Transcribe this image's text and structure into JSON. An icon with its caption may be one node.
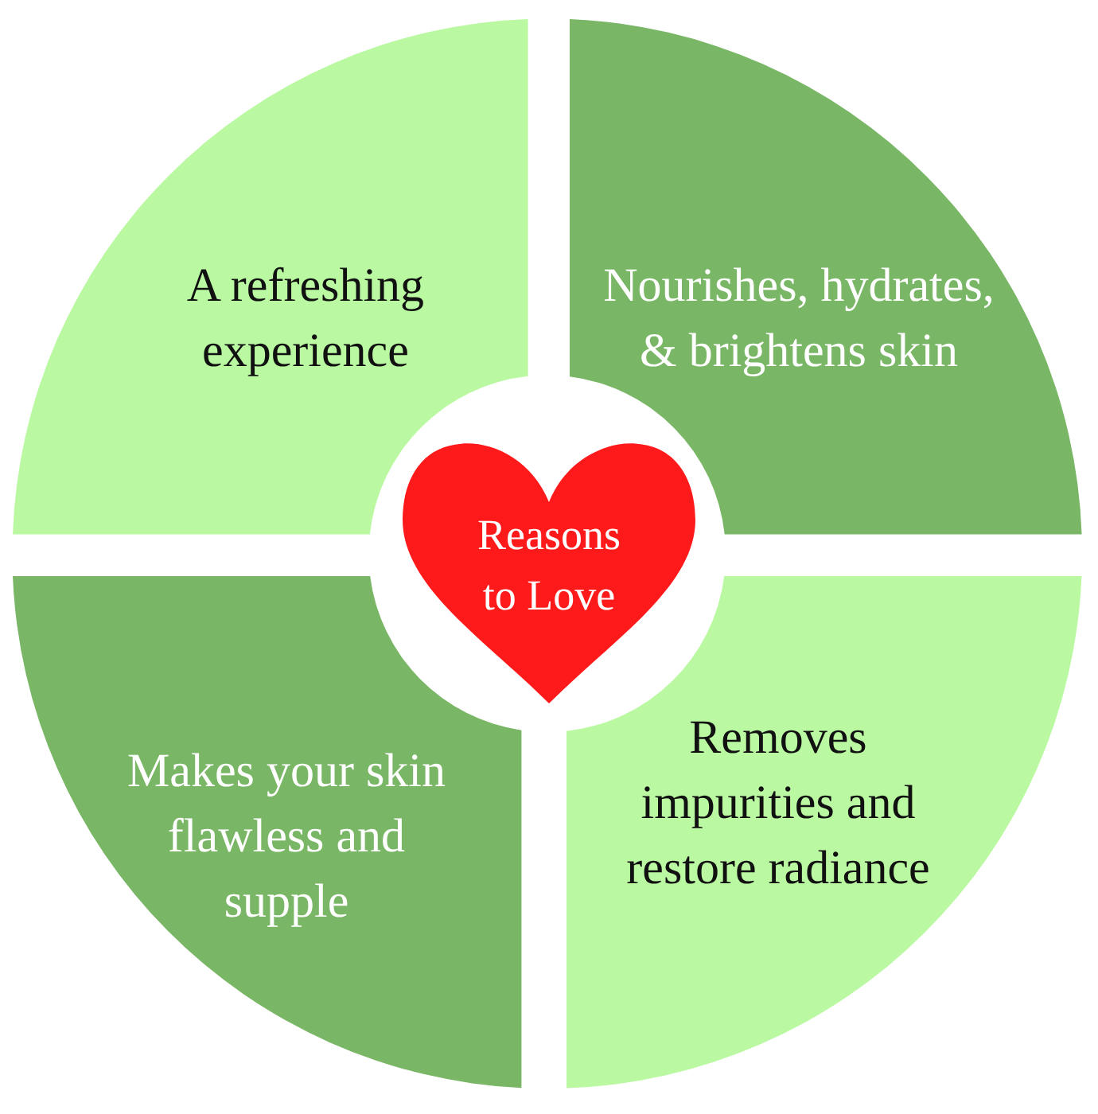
{
  "diagram": {
    "nodes": [
      {
        "text": [
          "A refreshing experience"
        ]
      },
      {
        "text": [
          "Nourishes, hydrates, & brightens skin"
        ]
      },
      {
        "text": [
          "Reasons to Love"
        ]
      },
      {
        "text": [
          "Makes your skin flawless and supple"
        ]
      },
      {
        "text": [
          "Removes impurities and restore radiance"
        ]
      }
    ]
  }
}
